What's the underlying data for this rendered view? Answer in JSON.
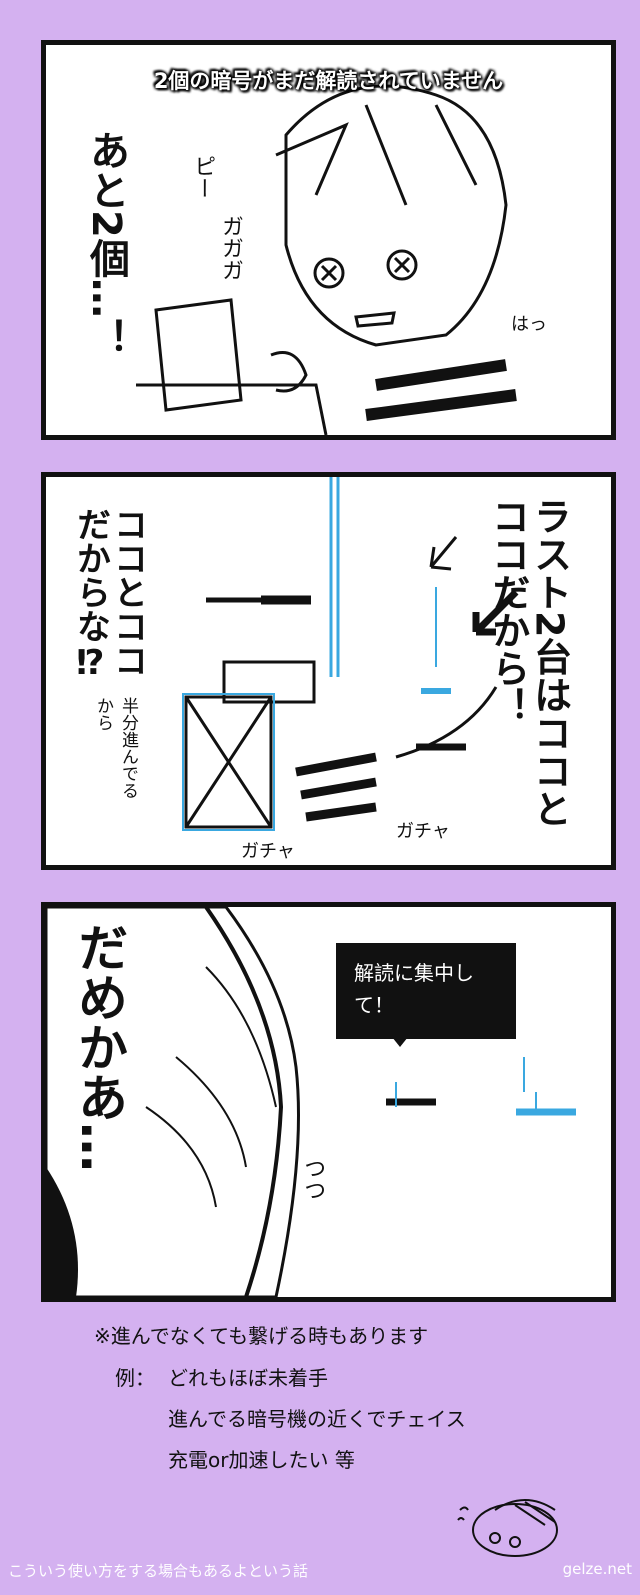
{
  "panel1": {
    "caption": "2個の暗号がまだ解読されていません",
    "dialogue": "あと2個…！",
    "sfx": [
      "ピー",
      "ガガガ",
      "はっ"
    ]
  },
  "panel2": {
    "dialogue_right": "ラスト2台はココとココだから！",
    "dialogue_left": "ココとココだからな⁉",
    "aside": "半分進んでるから",
    "sfx": [
      "ガチャ",
      "ガチャ"
    ]
  },
  "panel3": {
    "dialogue": "だめかあ…",
    "bubble": "解読に集中して！",
    "sfx": "つつ"
  },
  "notes": {
    "line1": "※進んでなくても繋げる時もあります",
    "example_label": "例：",
    "examples": [
      "どれもほぼ未着手",
      "進んでる暗号機の近くでチェイス",
      "充電or加速したい 等"
    ]
  },
  "footer": {
    "left": "こういう使い方をする場合もあるよという話",
    "right": "gelze.net"
  },
  "colors": {
    "background": "#d4b1f0",
    "accent": "#3aa8e0"
  }
}
